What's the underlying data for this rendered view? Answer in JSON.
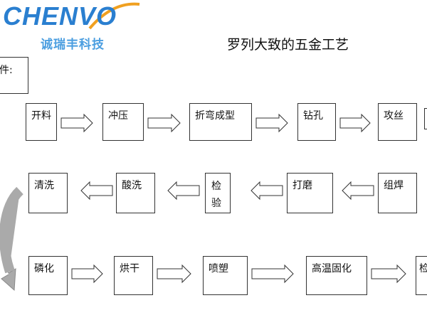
{
  "header": {
    "logo_text": "CHENVO",
    "logo_subtitle": "诚瑞丰科技",
    "title": "罗列大致的五金工艺"
  },
  "note_label": "件:",
  "colors": {
    "logo_blue": "#2a7fd0",
    "logo_orange": "#f0a020",
    "border": "#333333",
    "arrow_fill": "#ffffff"
  },
  "process": {
    "row1": [
      "开料",
      "冲压",
      "折弯成型",
      "钻孔",
      "攻丝"
    ],
    "row2": [
      "清洗",
      "酸洗",
      "检验",
      "打磨",
      "组焊"
    ],
    "row3": [
      "磷化",
      "烘干",
      "喷塑",
      "高温固化",
      "检"
    ]
  }
}
